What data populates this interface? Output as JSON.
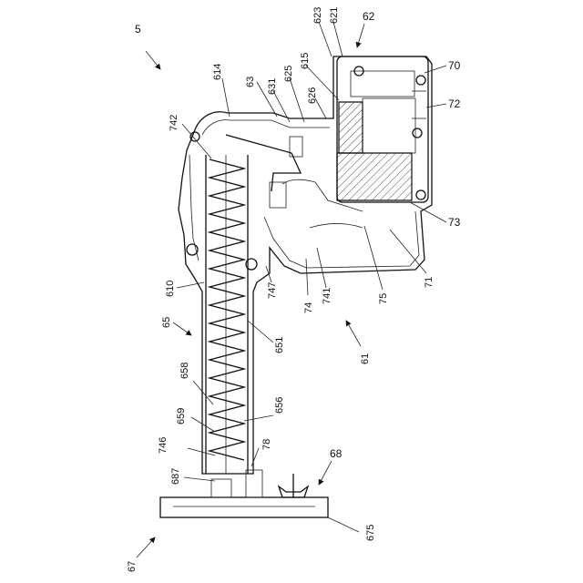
{
  "labels": {
    "l5": "5",
    "l614": "614",
    "l63": "63",
    "l631": "631",
    "l625": "625",
    "l626": "626",
    "l615": "615",
    "l623": "623",
    "l621": "621",
    "l62": "62",
    "l70": "70",
    "l72": "72",
    "l73": "73",
    "l71": "71",
    "l75": "75",
    "l741": "741",
    "l74": "74",
    "l747": "747",
    "l742": "742",
    "l610": "610",
    "l65": "65",
    "l651": "651",
    "l61": "61",
    "l658": "658",
    "l656": "656",
    "l659": "659",
    "l746": "746",
    "l78": "78",
    "l687": "687",
    "l68": "68",
    "l675": "675",
    "l67": "67"
  }
}
